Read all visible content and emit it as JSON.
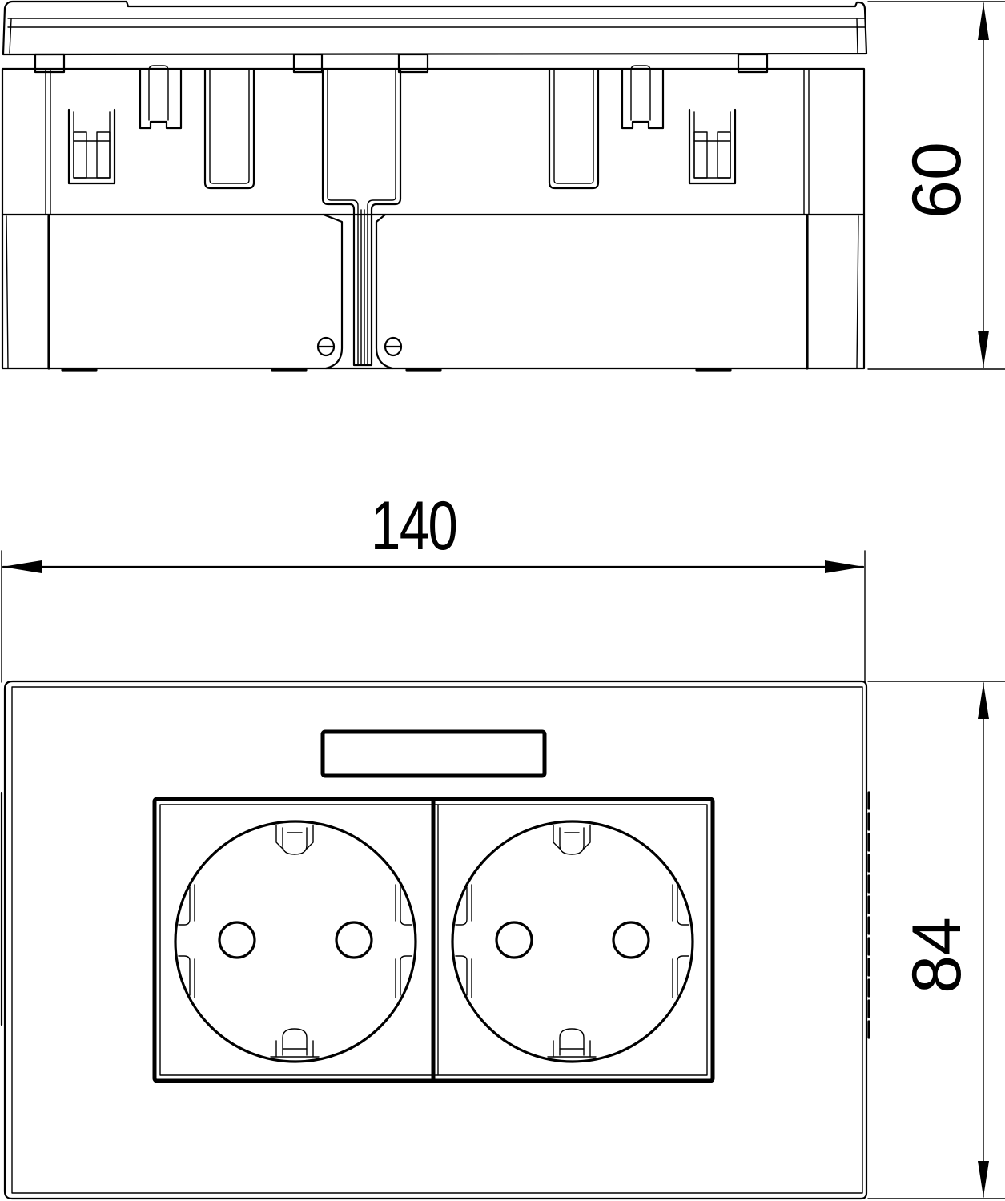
{
  "drawing": {
    "type": "technical dimension drawing",
    "subject": "double socket outlet insert (2x Schuko with label field)",
    "views": [
      {
        "name": "side view",
        "position": "top"
      },
      {
        "name": "front view",
        "position": "bottom"
      }
    ]
  },
  "dimensions": {
    "height": {
      "value": "60",
      "orientation": "vertical",
      "view": "side view"
    },
    "width": {
      "value": "140",
      "orientation": "horizontal",
      "view": "front view"
    },
    "depth": {
      "value": "84",
      "orientation": "vertical",
      "view": "front view"
    }
  },
  "features": {
    "label_field": "label-window",
    "sockets": [
      {
        "name": "socket-left",
        "type": "schuko"
      },
      {
        "name": "socket-right",
        "type": "schuko"
      }
    ],
    "screws": 2
  },
  "colors": {
    "line": "#000000",
    "background": "#ffffff"
  }
}
